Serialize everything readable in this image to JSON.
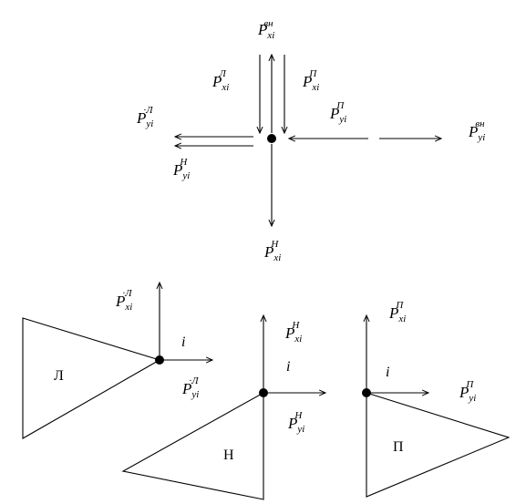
{
  "labels": {
    "top_ext": {
      "base": "P",
      "sub": "xi",
      "sup": "вн"
    },
    "top_left": {
      "base": "P",
      "sub": "xi",
      "sup": "Л"
    },
    "top_right": {
      "base": "P",
      "sub": "xi",
      "sup": "П"
    },
    "left_prime": {
      "base": "P",
      "sub": "yi",
      "sup": "·Л"
    },
    "right_inner": {
      "base": "P",
      "sub": "yi",
      "sup": "П"
    },
    "right_ext": {
      "base": "P",
      "sub": "yi",
      "sup": "вн"
    },
    "down_left_h": {
      "base": "P",
      "sub": "yi",
      "sup": "Н"
    },
    "bottom_h": {
      "base": "P",
      "sub": "xi",
      "sup": "Н"
    },
    "tri_l_px": {
      "base": "P",
      "sub": "xi",
      "sup": "·Л"
    },
    "tri_l_py": {
      "base": "P",
      "sub": "yi",
      "sup": "·Л"
    },
    "tri_h_px": {
      "base": "P",
      "sub": "xi",
      "sup": "Н"
    },
    "tri_h_py": {
      "base": "P",
      "sub": "yi",
      "sup": "Н"
    },
    "tri_p_px": {
      "base": "P",
      "sub": "xi",
      "sup": "П"
    },
    "tri_p_py": {
      "base": "P",
      "sub": "yi",
      "sup": "П"
    }
  },
  "node_letters": {
    "l": "i",
    "h": "i",
    "p": "i"
  },
  "triangles": {
    "left": "Л",
    "middle": "Н",
    "right": "П"
  }
}
